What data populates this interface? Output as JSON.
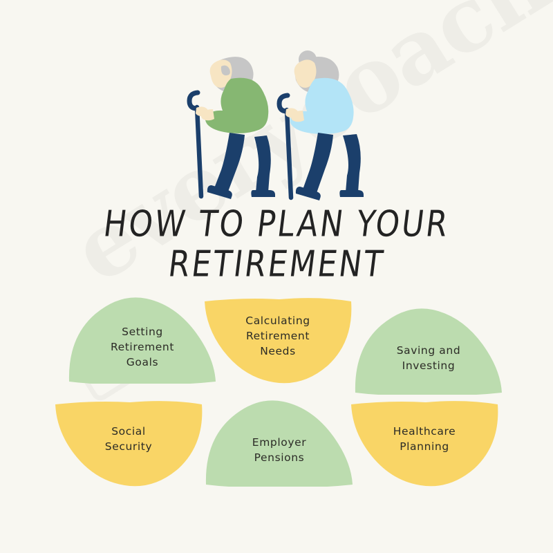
{
  "background_color": "#f8f7f1",
  "watermark": {
    "text": "everycoach",
    "logo_icon": "camera-logo-icon"
  },
  "illustration": {
    "name": "two-elderly-people-with-canes",
    "figures": [
      {
        "name": "elderly-man-with-cane",
        "sweater_color": "#86b772",
        "hair_color": "#c6c6c6",
        "skin_color": "#f7e5c3",
        "pants_color": "#1b3f6b",
        "cane_color": "#1b3f6b"
      },
      {
        "name": "elderly-woman-with-cane",
        "sweater_color": "#b3e4f7",
        "hair_color": "#c6c6c6",
        "skin_color": "#f7e5c3",
        "pants_color": "#1b3f6b",
        "cane_color": "#1b3f6b"
      }
    ]
  },
  "title": {
    "line1": "HOW TO PLAN YOUR",
    "line2": "RETIREMENT",
    "color": "#232323"
  },
  "palette": {
    "green": "#bcdcaf",
    "yellow": "#f9d566",
    "text": "#2b2b26"
  },
  "cards": [
    {
      "id": "setting-retirement-goals",
      "label": "Setting\nRetirement\nGoals",
      "color": "#bcdcaf",
      "shape": "dome"
    },
    {
      "id": "calculating-retirement-needs",
      "label": "Calculating\nRetirement\nNeeds",
      "color": "#f9d566",
      "shape": "bowl"
    },
    {
      "id": "saving-and-investing",
      "label": "Saving  and\nInvesting",
      "color": "#bcdcaf",
      "shape": "dome"
    },
    {
      "id": "social-security",
      "label": "Social\nSecurity",
      "color": "#f9d566",
      "shape": "bowl"
    },
    {
      "id": "employer-pensions",
      "label": "Employer\nPensions",
      "color": "#bcdcaf",
      "shape": "dome"
    },
    {
      "id": "healthcare-planning",
      "label": "Healthcare\nPlanning",
      "color": "#f9d566",
      "shape": "bowl"
    }
  ]
}
